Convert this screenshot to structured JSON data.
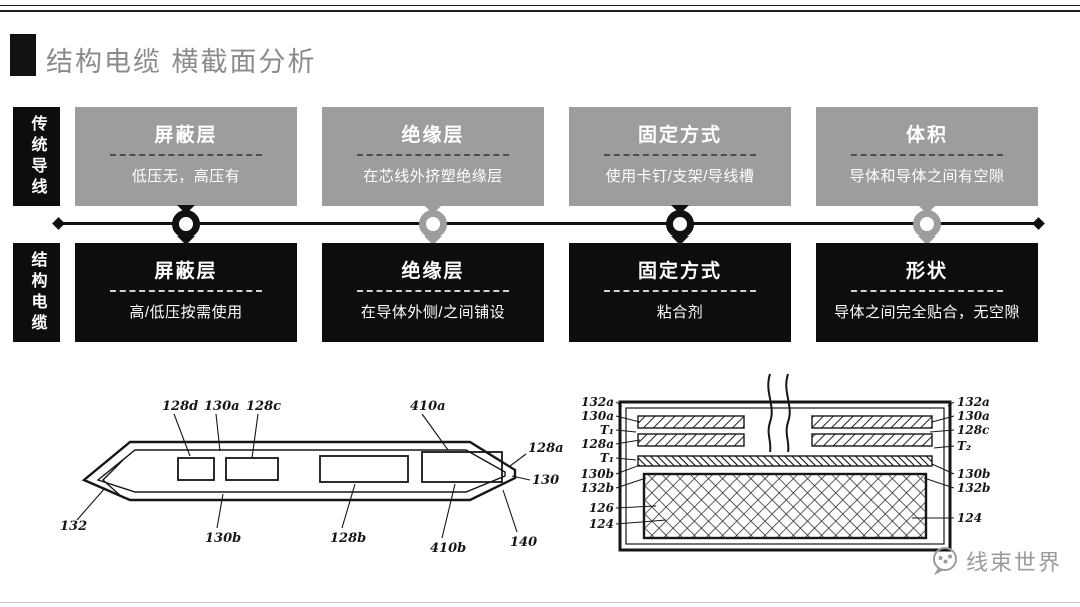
{
  "header": {
    "title": "结构电缆 横截面分析"
  },
  "comparison": {
    "row_traditional": {
      "label": "传统导线",
      "items": [
        {
          "title": "屏蔽层",
          "desc": "低压无，高压有"
        },
        {
          "title": "绝缘层",
          "desc": "在芯线外挤塑绝缘层"
        },
        {
          "title": "固定方式",
          "desc": "使用卡钉/支架/导线槽"
        },
        {
          "title": "体积",
          "desc": "导体和导体之间有空隙"
        }
      ]
    },
    "row_structural": {
      "label": "结构电缆",
      "items": [
        {
          "title": "屏蔽层",
          "desc": "高/低压按需使用"
        },
        {
          "title": "绝缘层",
          "desc": "在导体外侧/之间铺设"
        },
        {
          "title": "固定方式",
          "desc": "粘合剂"
        },
        {
          "title": "形状",
          "desc": "导体之间完全贴合，无空隙"
        }
      ]
    }
  },
  "diagram_left": {
    "labels": [
      "128d",
      "130a",
      "128c",
      "410a",
      "128a",
      "130",
      "132",
      "130b",
      "128b",
      "410b",
      "140"
    ]
  },
  "diagram_right": {
    "labels_left": [
      "132a",
      "130a",
      "T₁",
      "128a",
      "T₁",
      "130b",
      "132b",
      "126",
      "124"
    ],
    "labels_right": [
      "132a",
      "130a",
      "128c",
      "T₂",
      "130b",
      "132b",
      "124"
    ]
  },
  "footer": {
    "watermark": "线束世界"
  },
  "colors": {
    "gray_box": "#9d9d9d",
    "black_box": "#0d0d0d",
    "title_gray": "#8b8b8b",
    "line_black": "#101010"
  }
}
